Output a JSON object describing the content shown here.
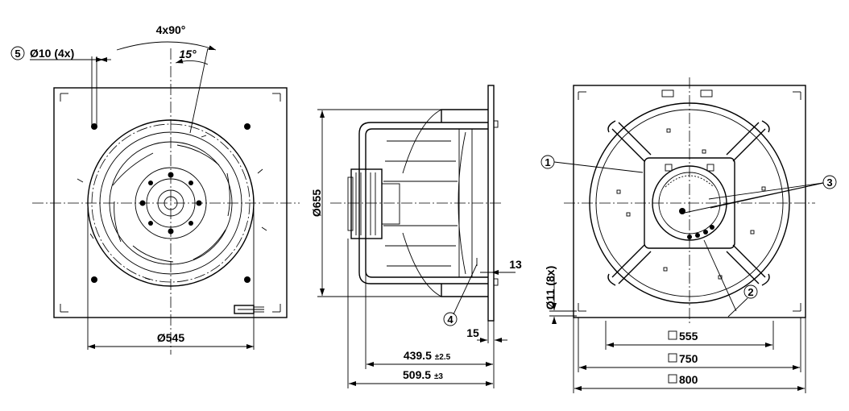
{
  "drawing": {
    "front_view": {
      "hole_callout_num": "5",
      "hole_callout": "Ø10 (4x)",
      "angle_pattern": "4x90°",
      "angle_offset": "15°",
      "diameter_545": "Ø545"
    },
    "side_view": {
      "diameter_655": "Ø655",
      "dim_13": "13",
      "callout_4": "4",
      "dim_15": "15",
      "dim_439_main": "439.5",
      "dim_439_tol": "±2.5",
      "dim_509_main": "509.5",
      "dim_509_tol": "±3"
    },
    "rear_view": {
      "callout_1": "1",
      "callout_2": "2",
      "callout_3": "3",
      "hole_11": "Ø11 (8x)",
      "sq_555": "555",
      "sq_750": "750",
      "sq_800": "800"
    }
  }
}
